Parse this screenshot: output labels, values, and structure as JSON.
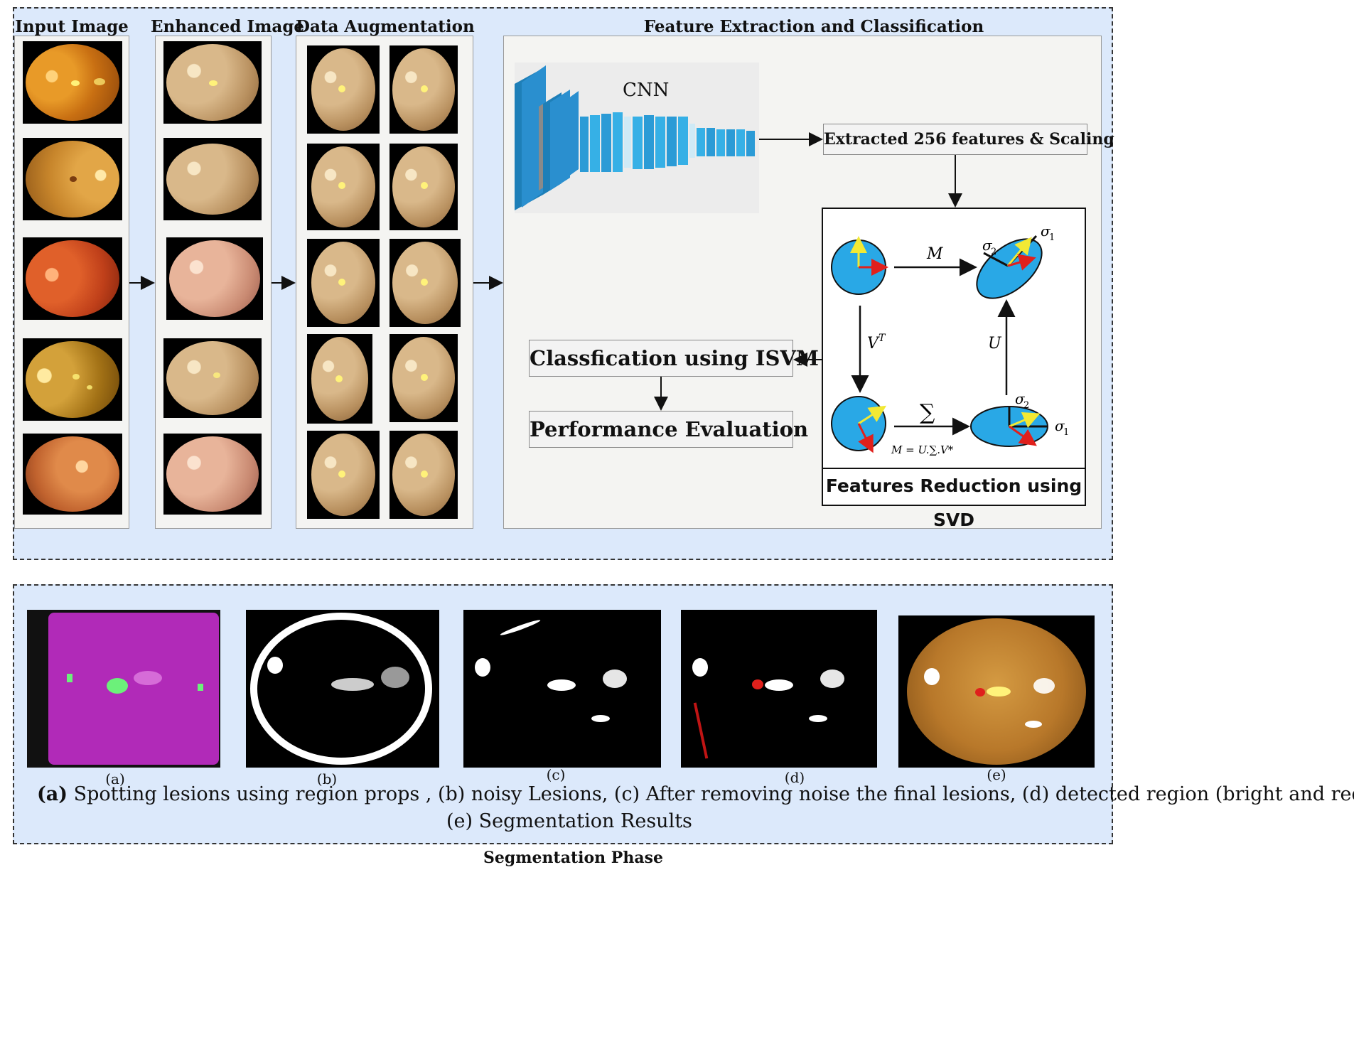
{
  "top_panel": {
    "columns": {
      "input_image": "Input Image",
      "enhanced_image": "Enhanced Image",
      "data_augmentation": "Data Augmentation",
      "feature_extraction": "Feature Extraction and Classification"
    },
    "cnn_label": "CNN",
    "extracted_features": "Extracted 256 features & Scaling",
    "classification": "Classfication using ISVM",
    "performance": "Performance Evaluation",
    "svd": {
      "label": "Features Reduction using SVD",
      "m": "M",
      "vt": "V",
      "vt_sup": "T",
      "u": "U",
      "sigma": "∑",
      "sigma1": "σ",
      "sigma2": "σ",
      "sub1": "1",
      "sub2": "2",
      "equation": "M = U.∑.V*"
    }
  },
  "bottom_panel": {
    "labels": [
      "(a)",
      "(b)",
      "(c)",
      "(d)",
      "(e)"
    ],
    "caption_line1_bold": "(a)",
    "caption_line1": "Spotting lesions using region props , (b) noisy Lesions, (c) After removing noise the final lesions, (d) detected region (bright and red).",
    "caption_line2": "(e) Segmentation Results",
    "phase_title": "Segmentation Phase"
  },
  "colors": {
    "panel_bg": "#dce9fb",
    "cnn_blue": "#29a3dc",
    "arrow_red": "#e0201c",
    "arrow_yellow": "#f2e934",
    "lesion_green": "#6cf07a",
    "magenta": "#b12ab8"
  }
}
